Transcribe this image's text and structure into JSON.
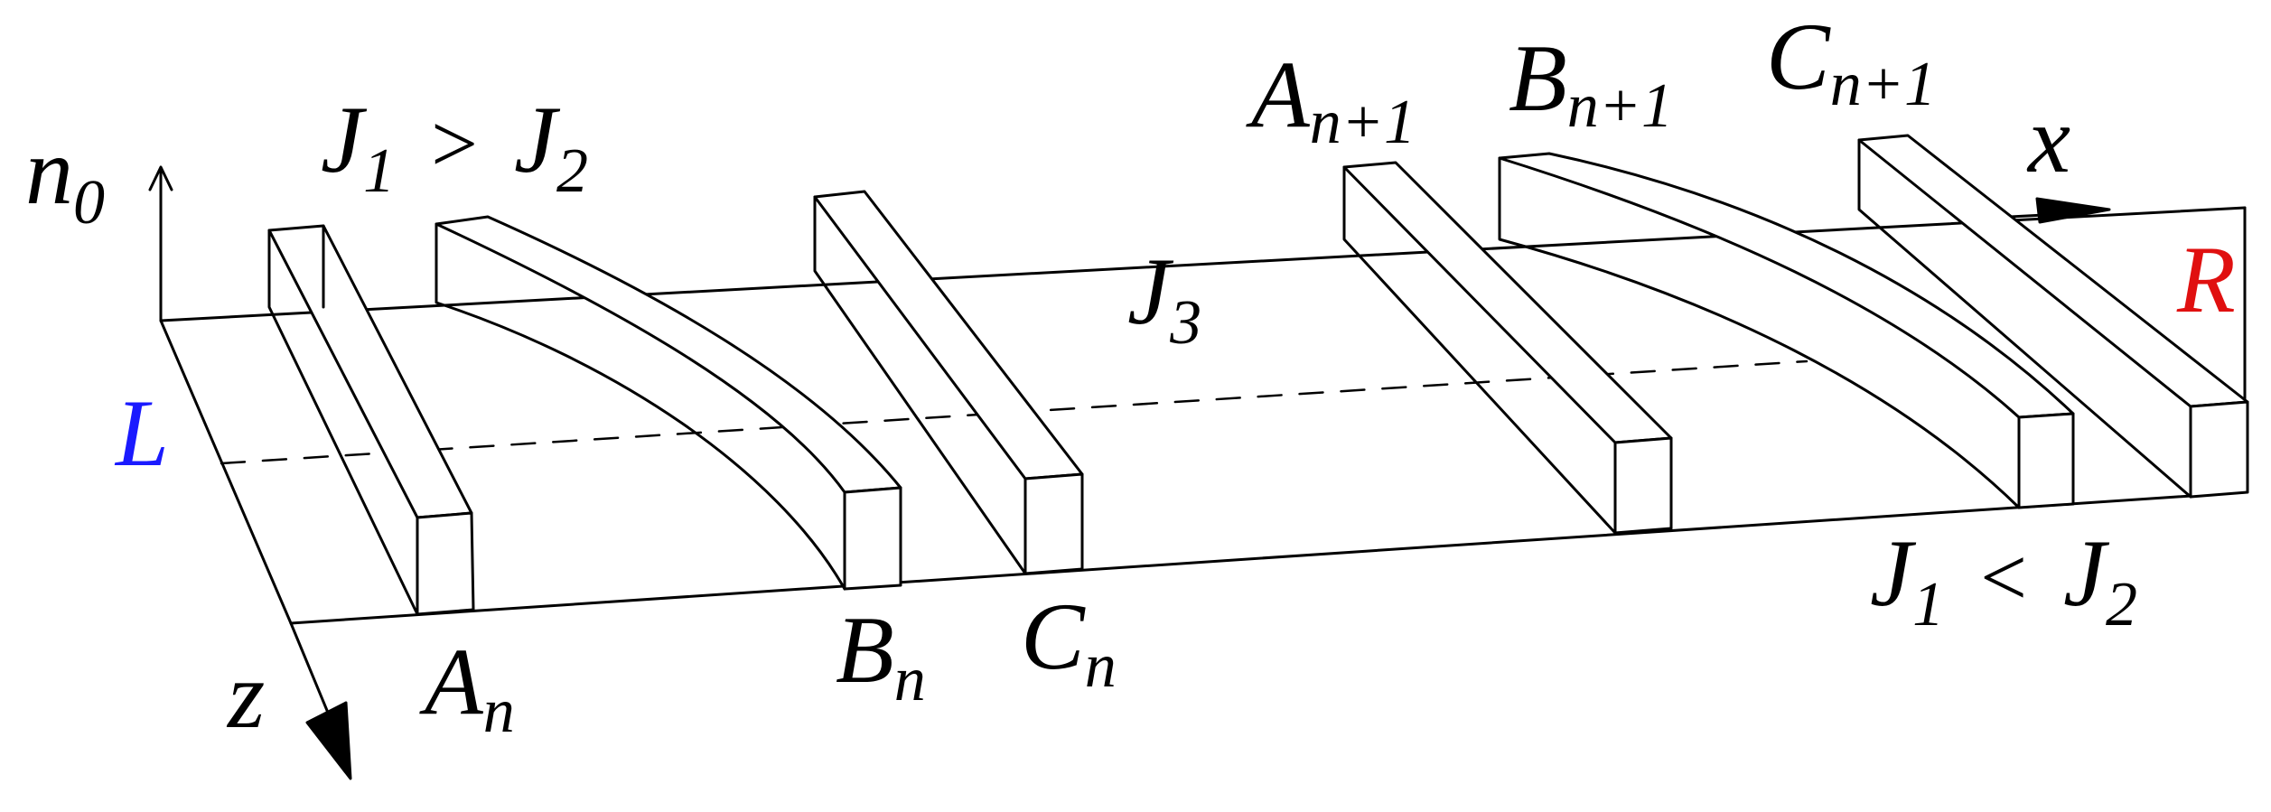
{
  "colors": {
    "line": "#000000",
    "L": "#1a1aff",
    "R": "#e01010",
    "background": "#ffffff"
  },
  "axes": {
    "n0": {
      "main": "n",
      "sub": "0"
    },
    "x": "x",
    "z": "z"
  },
  "edges": {
    "left": "L",
    "right": "R"
  },
  "labels": {
    "A_n": {
      "main": "A",
      "sub": "n"
    },
    "B_n": {
      "main": "B",
      "sub": "n"
    },
    "C_n": {
      "main": "C",
      "sub": "n"
    },
    "A_n1": {
      "main": "A",
      "sub": "n+1"
    },
    "B_n1": {
      "main": "B",
      "sub": "n+1"
    },
    "C_n1": {
      "main": "C",
      "sub": "n+1"
    },
    "J3": {
      "main": "J",
      "sub": "3"
    }
  },
  "relations": {
    "left": {
      "j1": "J",
      "j1_sub": "1",
      "op": ">",
      "j2": "J",
      "j2_sub": "2"
    },
    "right": {
      "j1": "J",
      "j1_sub": "1",
      "op": "<",
      "j2": "J",
      "j2_sub": "2"
    }
  }
}
